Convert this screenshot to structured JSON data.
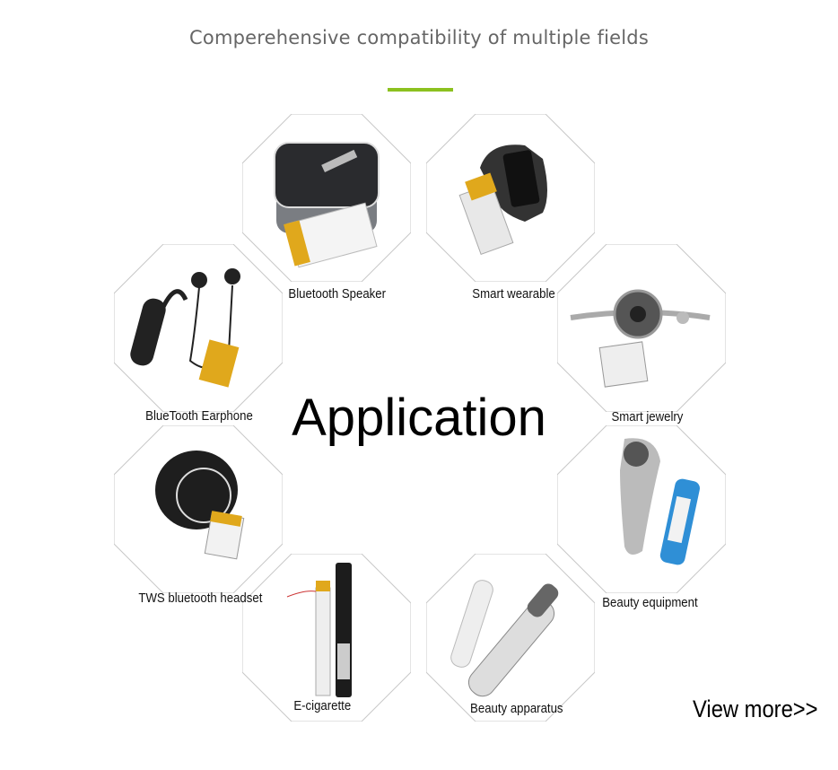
{
  "header": {
    "title": "Comperehensive compatibility of multiple fields"
  },
  "colors": {
    "accent": "#8cc11f",
    "border": "#c8c8c8"
  },
  "center_label": "Application",
  "items": [
    {
      "label": "Bluetooth Speaker",
      "icon": "speaker-icon"
    },
    {
      "label": "Smart wearable",
      "icon": "smartwatch-icon"
    },
    {
      "label": "Smart jewelry",
      "icon": "bracelet-icon"
    },
    {
      "label": "Beauty equipment",
      "icon": "facial-brush-icon"
    },
    {
      "label": "Beauty apparatus",
      "icon": "beauty-pen-icon"
    },
    {
      "label": "E-cigarette",
      "icon": "e-cigarette-icon"
    },
    {
      "label": "TWS bluetooth headset",
      "icon": "earbud-icon"
    },
    {
      "label": "BlueTooth Earphone",
      "icon": "earphone-icon"
    }
  ],
  "view_more": "View more>>"
}
